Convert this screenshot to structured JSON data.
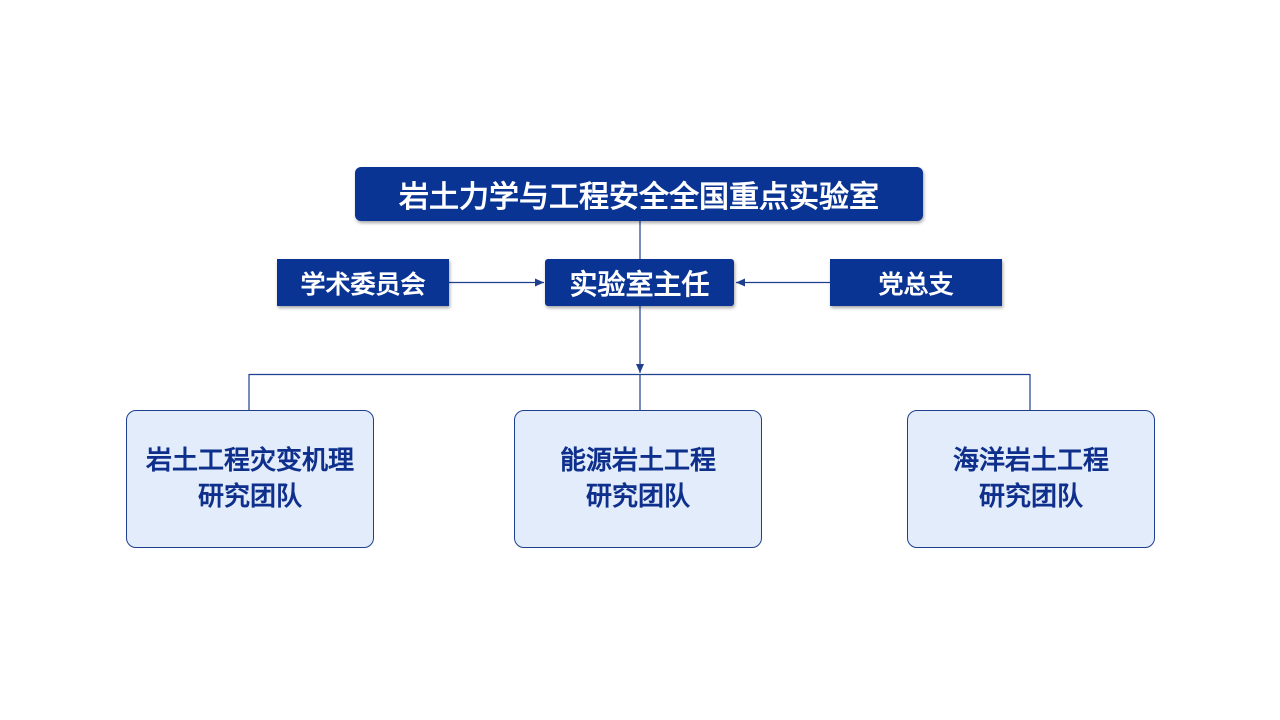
{
  "diagram": {
    "root": "岩土力学与工程安全全国重点实验室",
    "director": "实验室主任",
    "academic_committee": "学术委员会",
    "party_branch": "党总支",
    "teams": [
      {
        "line1": "岩土工程灾变机理",
        "line2": "研究团队"
      },
      {
        "line1": "能源岩土工程",
        "line2": "研究团队"
      },
      {
        "line1": "海洋岩土工程",
        "line2": "研究团队"
      }
    ]
  },
  "colors": {
    "dark_box": "#0a3494",
    "light_box": "#e2ecfa",
    "light_text": "#0f2f8c",
    "connector": "#1e3f8e"
  }
}
